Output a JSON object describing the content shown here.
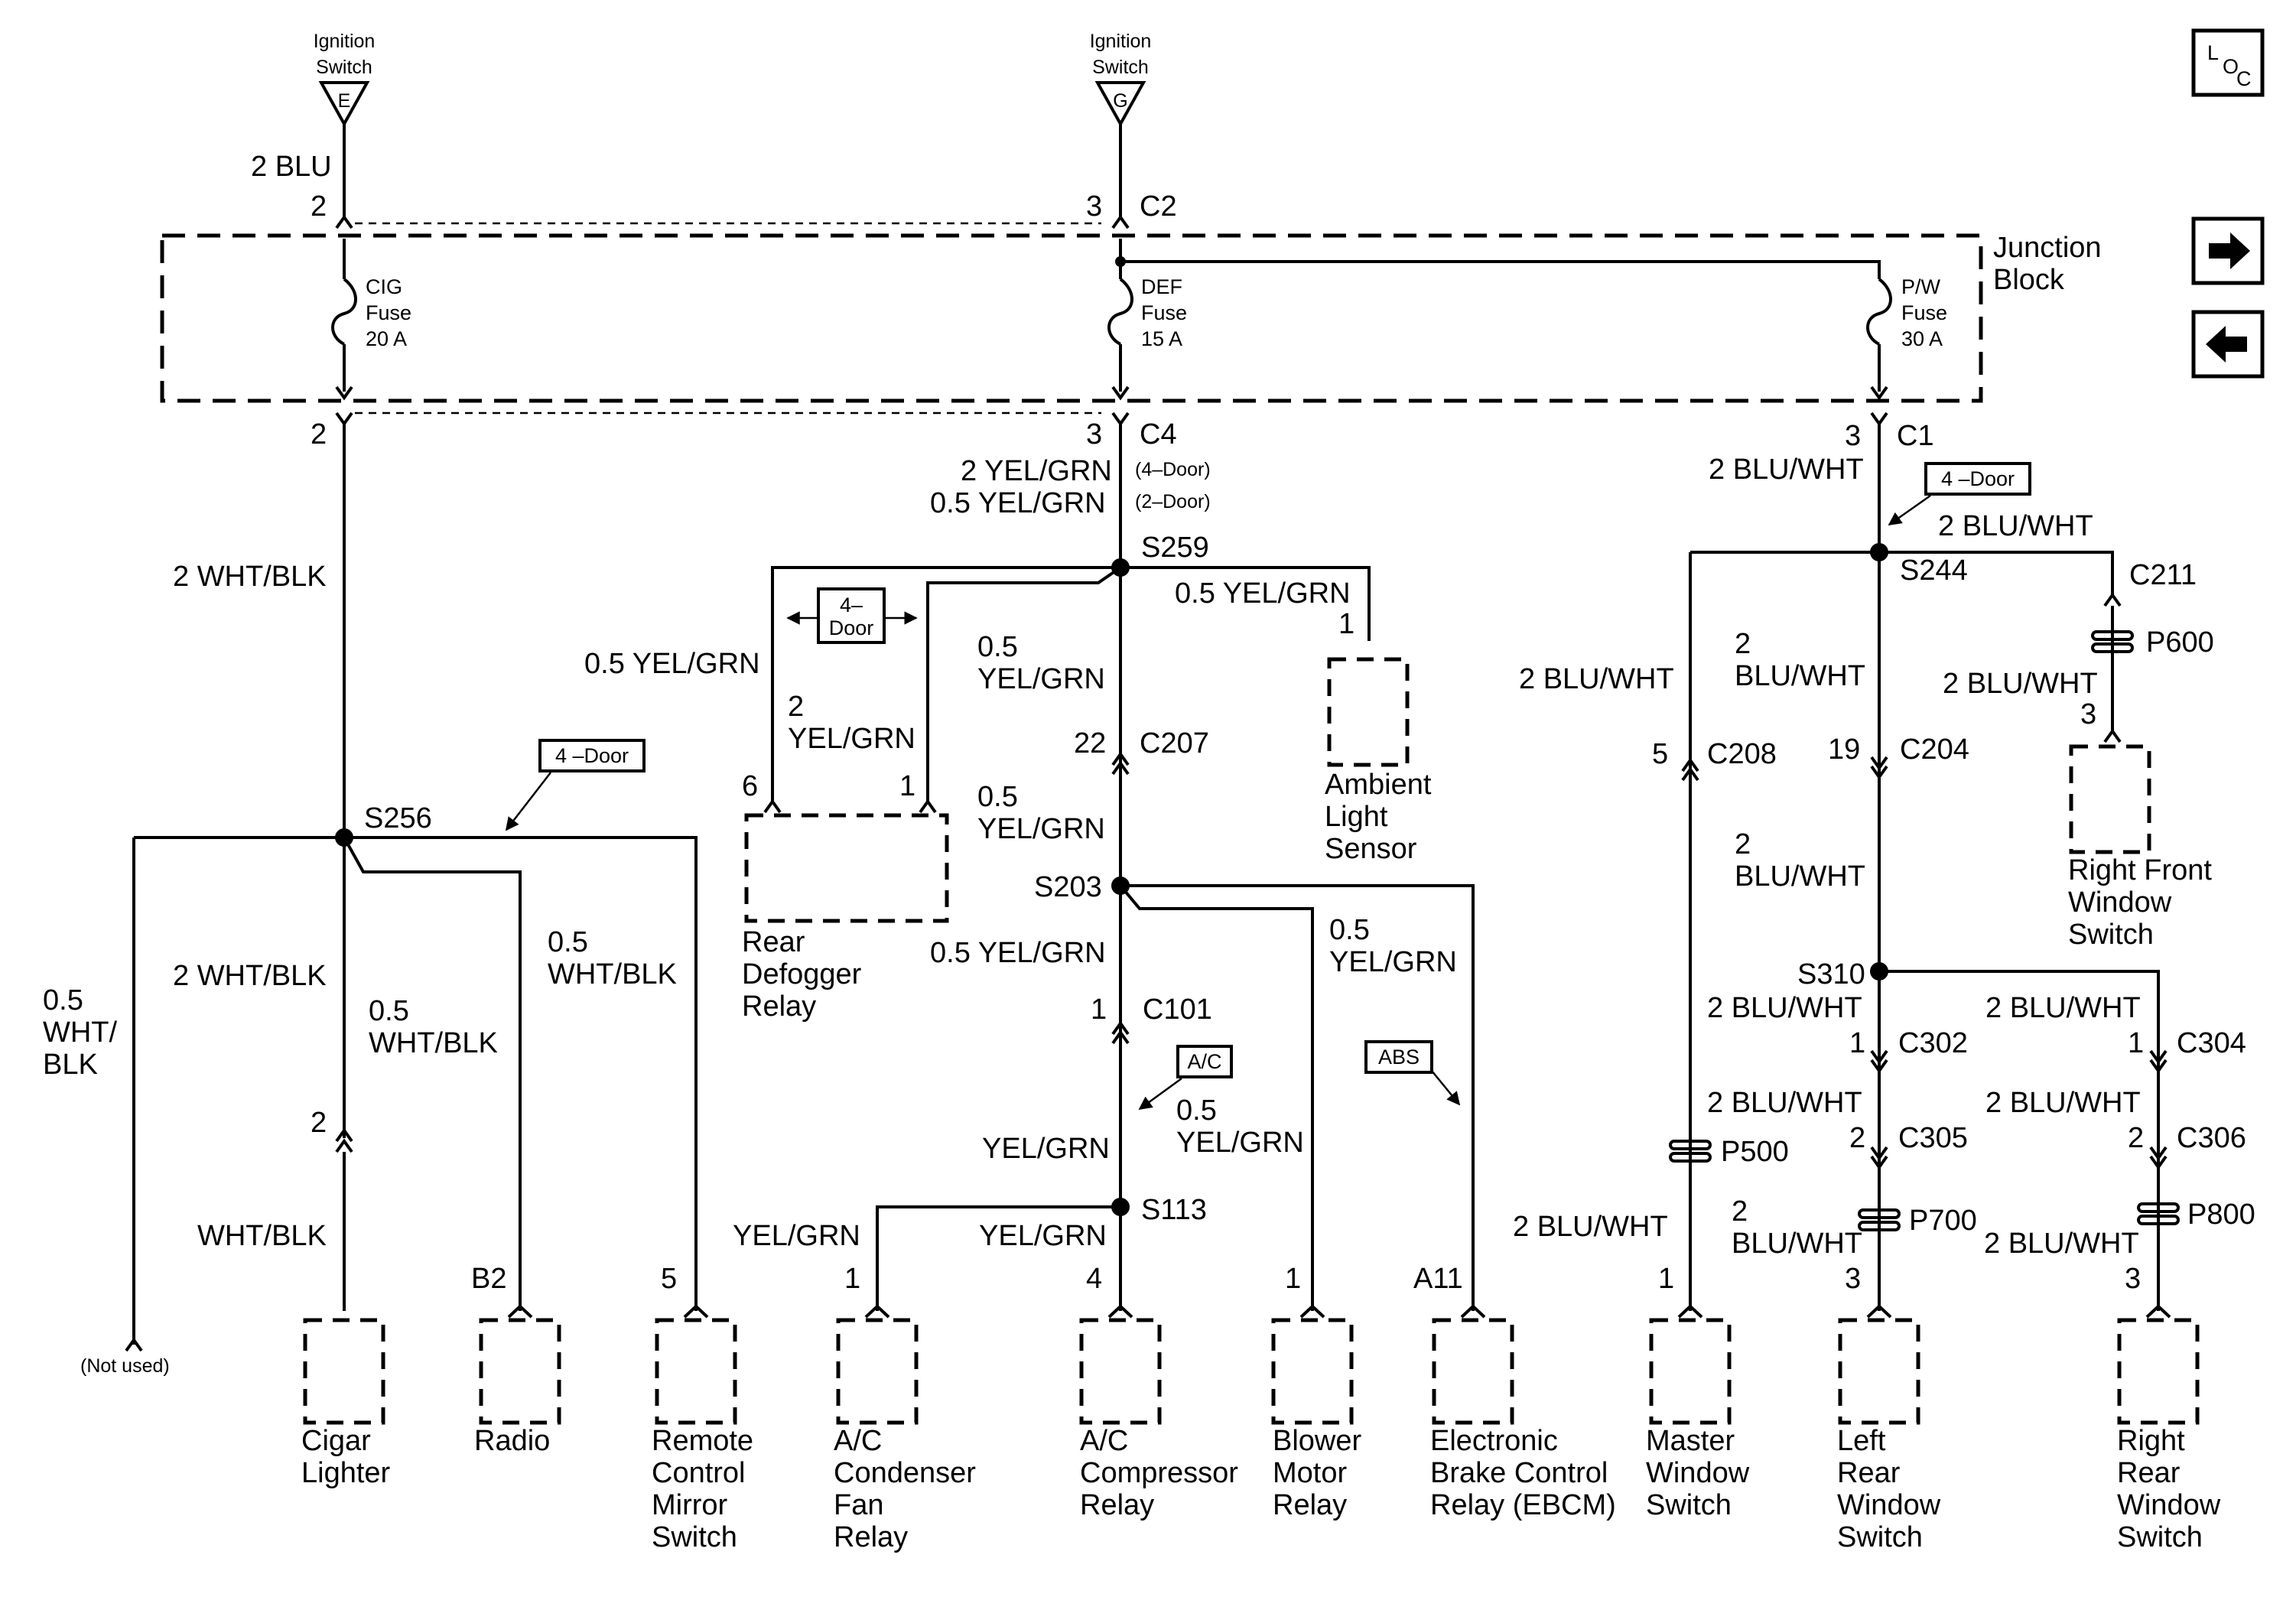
{
  "sources": {
    "ignition_e": {
      "line1": "Ignition",
      "line2": "Switch",
      "letter": "E"
    },
    "ignition_g": {
      "line1": "Ignition",
      "line2": "Switch",
      "letter": "G"
    }
  },
  "nav": {
    "loc": {
      "l": "L",
      "o": "O",
      "c": "C"
    }
  },
  "junction_block": {
    "line1": "Junction",
    "line2": "Block"
  },
  "fuses": {
    "cig": {
      "l1": "CIG",
      "l2": "Fuse",
      "l3": "20 A"
    },
    "def": {
      "l1": "DEF",
      "l2": "Fuse",
      "l3": "15 A"
    },
    "pw": {
      "l1": "P/W",
      "l2": "Fuse",
      "l3": "30 A"
    }
  },
  "top": {
    "wire_2blu": "2 BLU",
    "pin_e": "2",
    "pin_g": "3",
    "c2": "C2"
  },
  "below_jb": {
    "pin_cig": "2",
    "pin_def": "3",
    "c4": "C4",
    "pin_pw": "3",
    "c1": "C1"
  },
  "left": {
    "wire_main": "2 WHT/BLK",
    "option": "4 –Door",
    "splice": "S256",
    "notused_wire": [
      "0.5",
      "WHT/",
      "BLK"
    ],
    "notused": "(Not used)",
    "cig_wire": "2 WHT/BLK",
    "cig_pin": "2",
    "cig_wire2": "WHT/BLK",
    "radio_wire": [
      "0.5",
      "WHT/BLK"
    ],
    "radio_pin": "B2",
    "mirror_wire": [
      "0.5",
      "WHT/BLK"
    ],
    "mirror_pin": "5"
  },
  "middle": {
    "wire_4door": "2 YEL/GRN",
    "wire_4door_note": "(4–Door)",
    "wire_2door": "0.5 YEL/GRN",
    "wire_2door_note": "(2–Door)",
    "splice_s259": "S259",
    "ambient_wire": "0.5 YEL/GRN",
    "ambient_pin": "1",
    "defog_wire_a": "0.5 YEL/GRN",
    "option_4door": [
      "4–",
      "Door"
    ],
    "defog_wire_b": [
      "0.5",
      "YEL/GRN"
    ],
    "defog_wire_c": [
      "2",
      "YEL/GRN"
    ],
    "defog_pin_6": "6",
    "defog_pin_1": "1",
    "c207_pin": "22",
    "c207": "C207",
    "below_c207": [
      "0.5",
      "YEL/GRN"
    ],
    "splice_s203": "S203",
    "s203_down": "0.5 YEL/GRN",
    "blower_wire": [
      "0.5",
      "YEL/GRN"
    ],
    "c101_pin": "1",
    "c101": "C101",
    "option_ac": "A/C",
    "ac_wire": [
      "0.5",
      "YEL/GRN"
    ],
    "yelgrn_main": "YEL/GRN",
    "option_abs": "ABS",
    "splice_s113": "S113",
    "fan_wire": "YEL/GRN",
    "comp_wire": "YEL/GRN",
    "fan_pin": "1",
    "comp_pin": "4",
    "blower_pin": "1",
    "ebcm_pin": "A11"
  },
  "right": {
    "c1_wire": "2 BLU/WHT",
    "option": "4 –Door",
    "s244_wire": "2 BLU/WHT",
    "splice_s244": "S244",
    "c211": "C211",
    "p600": "P600",
    "rf_wire": "2 BLU/WHT",
    "rf_pin": "3",
    "master_wire": "2 BLU/WHT",
    "c208_pin": "5",
    "c208": "C208",
    "c204_wire": [
      "2",
      "BLU/WHT"
    ],
    "c204_pin": "19",
    "c204": "C204",
    "s310_wire": [
      "2",
      "BLU/WHT"
    ],
    "splice_s310": "S310",
    "left_wire1": "2 BLU/WHT",
    "right_wire1": "2 BLU/WHT",
    "c302_pin": "1",
    "c302": "C302",
    "c304_pin": "1",
    "c304": "C304",
    "left_wire2": "2 BLU/WHT",
    "right_wire2": "2 BLU/WHT",
    "c305_pin": "2",
    "c305": "C305",
    "c306_pin": "2",
    "c306": "C306",
    "p500": "P500",
    "p700": "P700",
    "p800": "P800",
    "master_wire2": "2 BLU/WHT",
    "left_wire3": [
      "2",
      "BLU/WHT"
    ],
    "right_wire3": "2 BLU/WHT",
    "master_pin": "1",
    "left_pin": "3",
    "right_pin": "3"
  },
  "components": {
    "cigar": [
      "Cigar",
      "Lighter"
    ],
    "radio": [
      "Radio"
    ],
    "mirror": [
      "Remote",
      "Control",
      "Mirror",
      "Switch"
    ],
    "fan": [
      "A/C",
      "Condenser",
      "Fan",
      "Relay"
    ],
    "compressor": [
      "A/C",
      "Compressor",
      "Relay"
    ],
    "blower": [
      "Blower",
      "Motor",
      "Relay"
    ],
    "ebcm": [
      "Electronic",
      "Brake Control",
      "Relay (EBCM)"
    ],
    "master": [
      "Master",
      "Window",
      "Switch"
    ],
    "left_rear": [
      "Left",
      "Rear",
      "Window",
      "Switch"
    ],
    "right_rear": [
      "Right",
      "Rear",
      "Window",
      "Switch"
    ],
    "defogger": [
      "Rear",
      "Defogger",
      "Relay"
    ],
    "ambient": [
      "Ambient",
      "Light",
      "Sensor"
    ],
    "right_front": [
      "Right Front",
      "Window",
      "Switch"
    ]
  }
}
